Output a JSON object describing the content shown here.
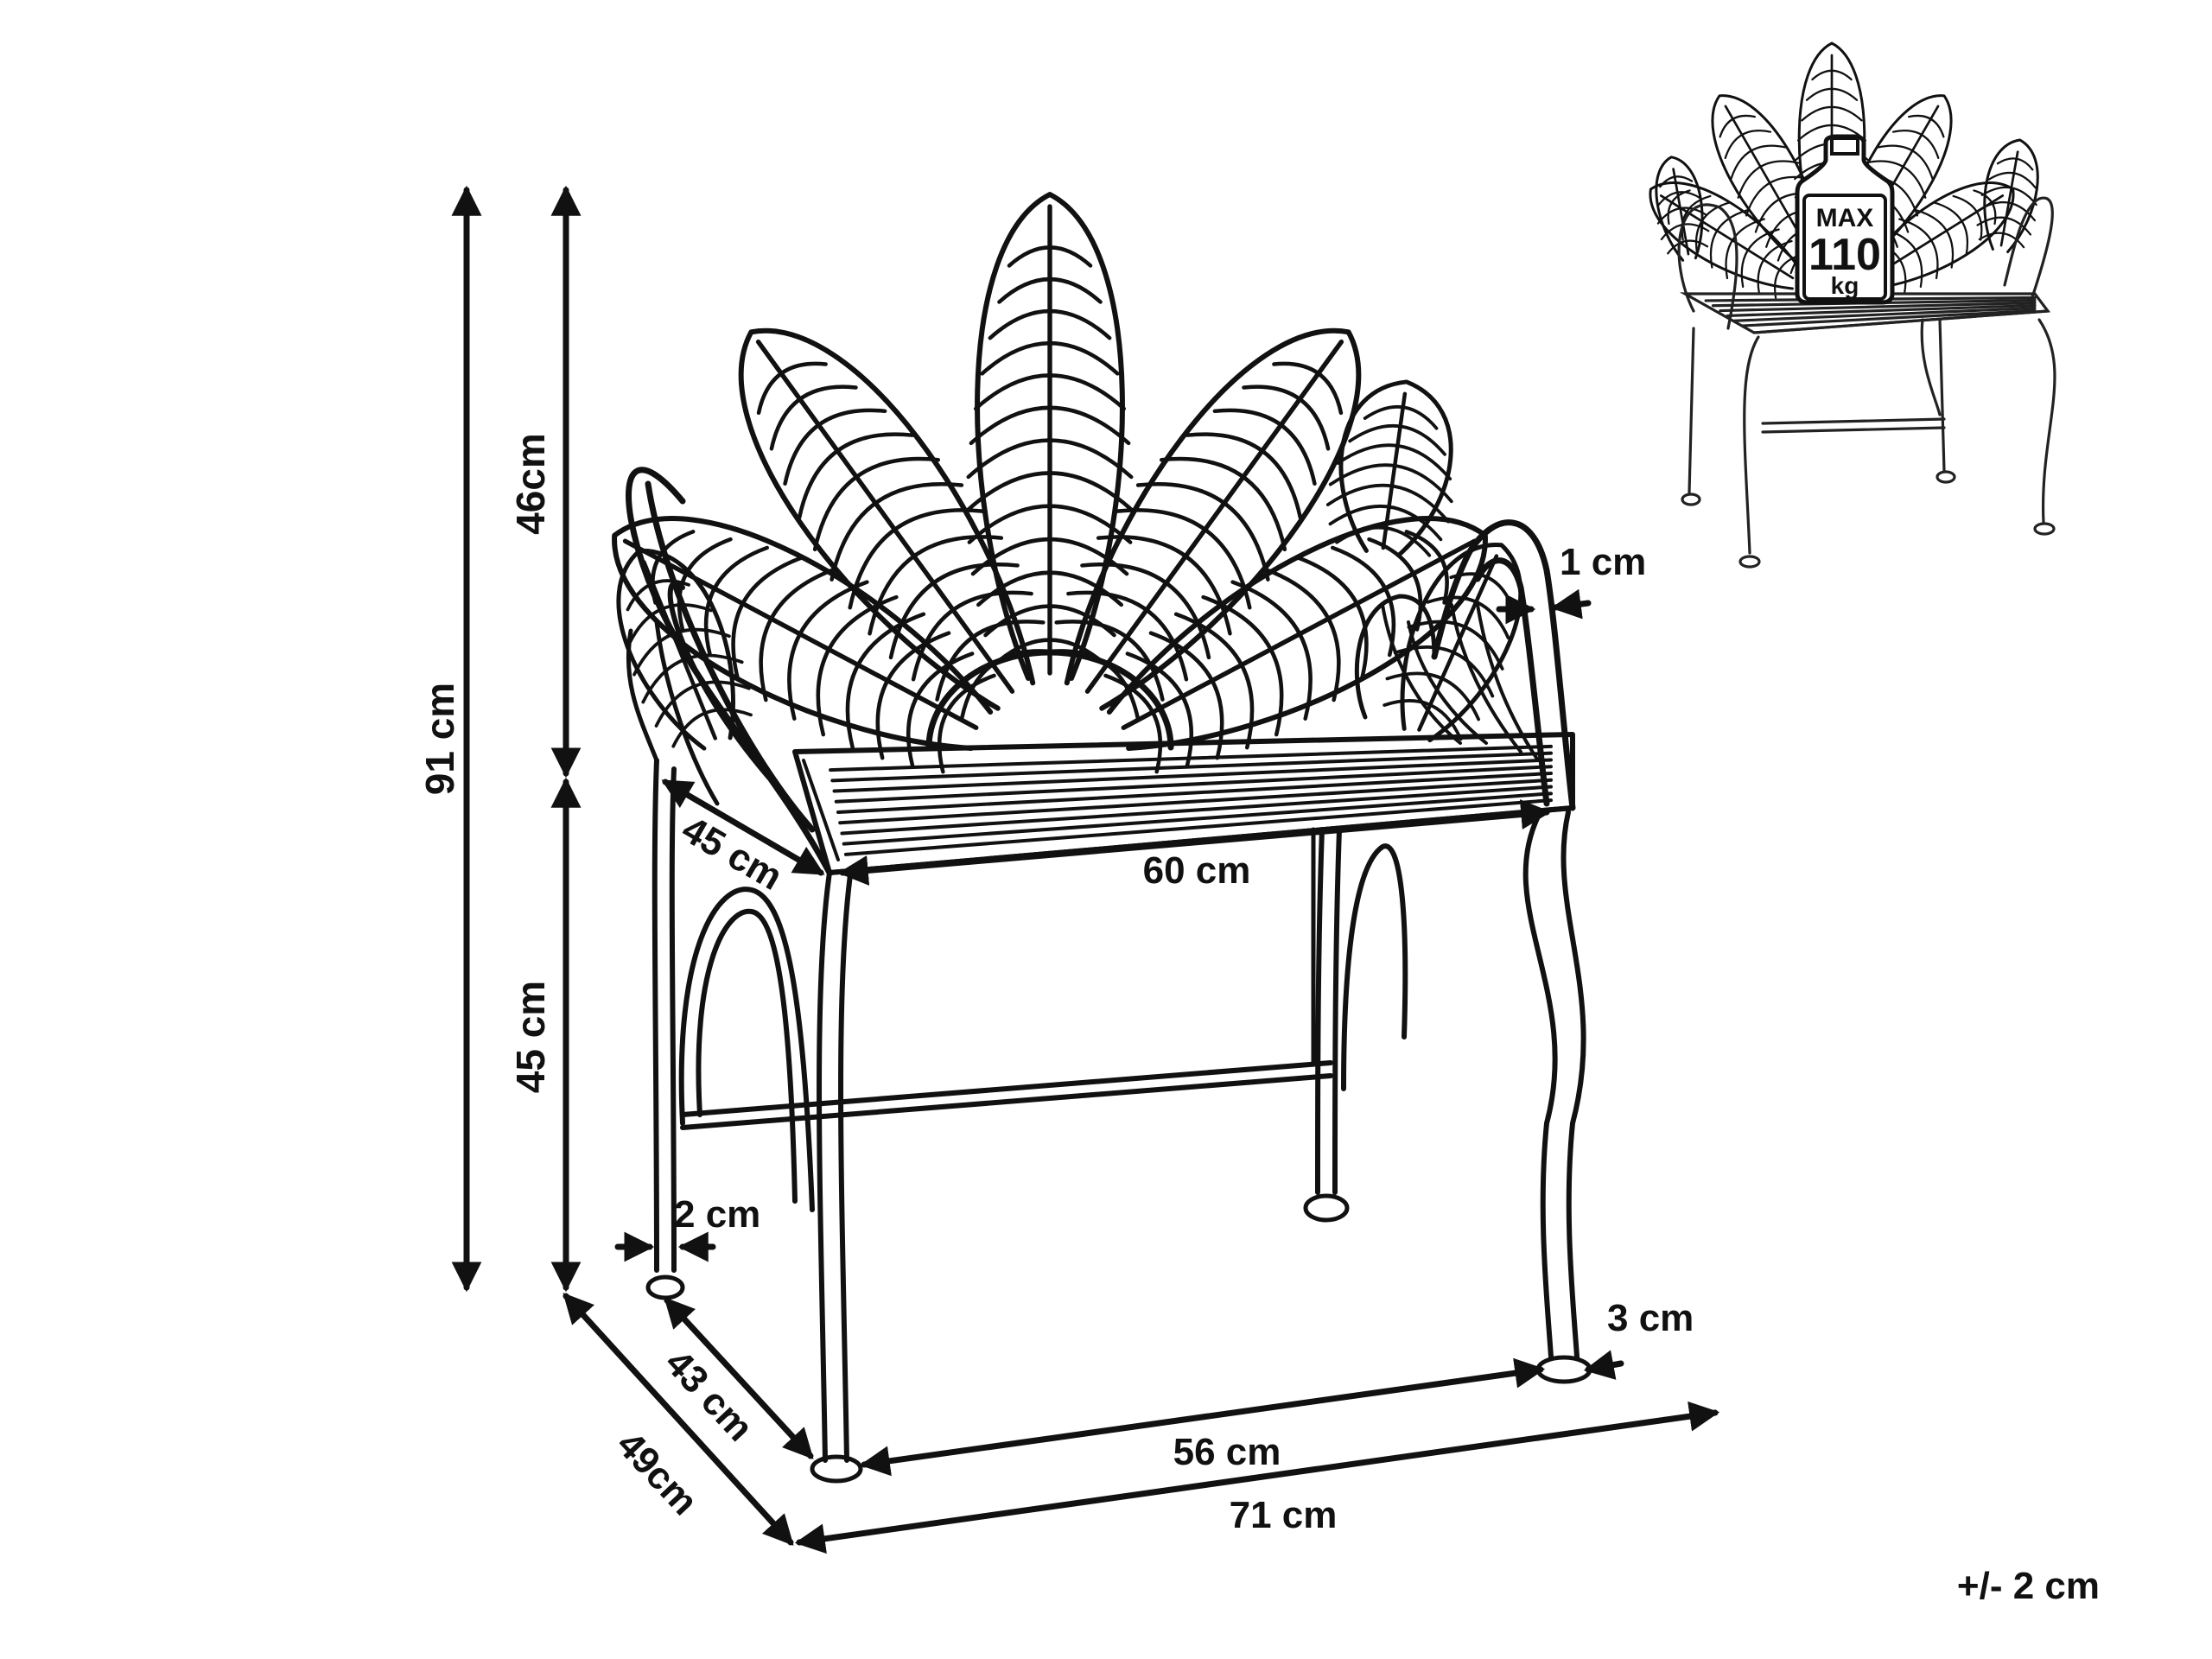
{
  "dimensions": {
    "height_total": "91 cm",
    "back_height": "46cm",
    "seat_height": "45 cm",
    "seat_depth": "45 cm",
    "seat_width": "60 cm",
    "leg_thickness": "2 cm",
    "armrest_thickness": "1 cm",
    "foot_size": "3 cm",
    "inner_depth": "43 cm",
    "outer_depth": "49cm",
    "inner_width": "56 cm",
    "outer_width": "71 cm"
  },
  "weight_badge": {
    "line1": "MAX",
    "line2": "110",
    "line3": "kg"
  },
  "tolerance": "+/- 2 cm",
  "colors": {
    "ink": "#111111",
    "background": "#ffffff"
  }
}
